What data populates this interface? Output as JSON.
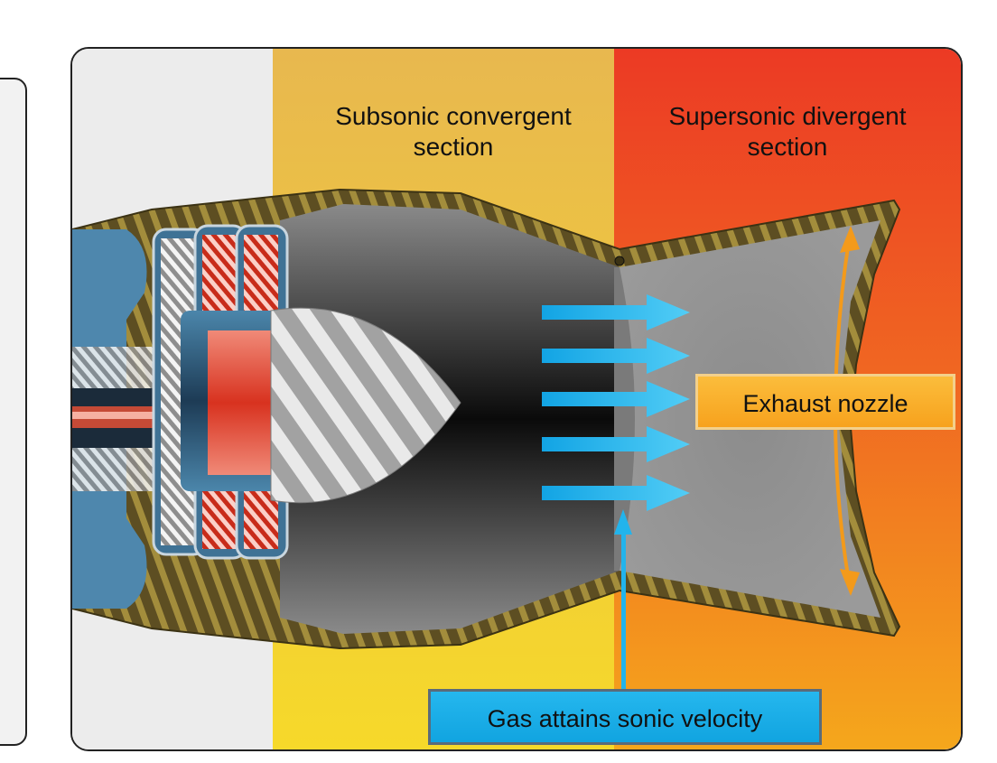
{
  "labels": {
    "subsonic_line1": "Subsonic convergent",
    "subsonic_line2": "section",
    "supersonic_line1": "Supersonic divergent",
    "supersonic_line2": "section",
    "exhaust_nozzle": "Exhaust nozzle",
    "sonic_velocity": "Gas attains sonic velocity"
  },
  "colors": {
    "background_left": "#ececec",
    "subsonic_band_top": "#e8b84f",
    "subsonic_band_bottom": "#f6d92a",
    "supersonic_band_top": "#ec3a24",
    "supersonic_band_bottom": "#f5a71c",
    "casing": "#6b5a2a",
    "flow_arrow": "#22b4ec",
    "nozzle_arrow": "#f39a1b",
    "turbine_red": "#e2553f",
    "turbine_blue": "#2d5f80"
  }
}
